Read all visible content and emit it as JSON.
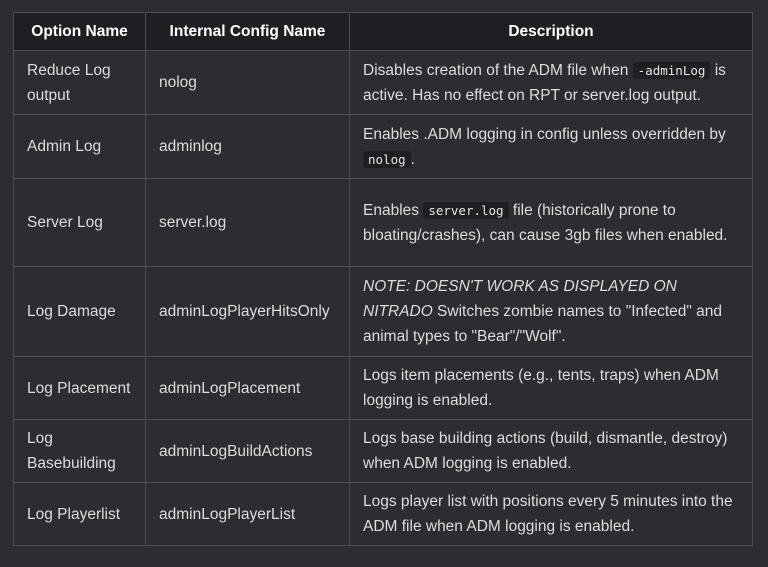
{
  "headers": {
    "option": "Option Name",
    "config": "Internal Config Name",
    "description": "Description"
  },
  "rows": [
    {
      "option": "Reduce Log output",
      "config": "nolog",
      "desc_pre": "Disables creation of the ADM file when ",
      "desc_code": "-adminLog",
      "desc_post": " is active. Has no effect on RPT or server.log output."
    },
    {
      "option": "Admin Log",
      "config": "adminlog",
      "desc_pre": "Enables .ADM logging in config unless overridden by ",
      "desc_code": "nolog",
      "desc_post": "."
    },
    {
      "option": "Server Log",
      "config": "server.log",
      "desc_pre": "Enables ",
      "desc_code": "server.log",
      "desc_post": " file (historically prone to bloating/crashes), can cause 3gb files when enabled."
    },
    {
      "option": "Log Damage",
      "config": "adminLogPlayerHitsOnly",
      "desc_note": "NOTE: DOESN'T WORK AS DISPLAYED ON NITRADO",
      "desc_post": " Switches zombie names to \"Infected\" and animal types to \"Bear\"/\"Wolf\"."
    },
    {
      "option": "Log Placement",
      "config": "adminLogPlacement",
      "desc": "Logs item placements (e.g., tents, traps) when ADM logging is enabled."
    },
    {
      "option": "Log Basebuilding",
      "config": "adminLogBuildActions",
      "desc": "Logs base building actions (build, dismantle, destroy) when ADM logging is enabled."
    },
    {
      "option": "Log Playerlist",
      "config": "adminLogPlayerList",
      "desc": "Logs player list with positions every 5 minutes into the ADM file when ADM logging is enabled."
    }
  ]
}
